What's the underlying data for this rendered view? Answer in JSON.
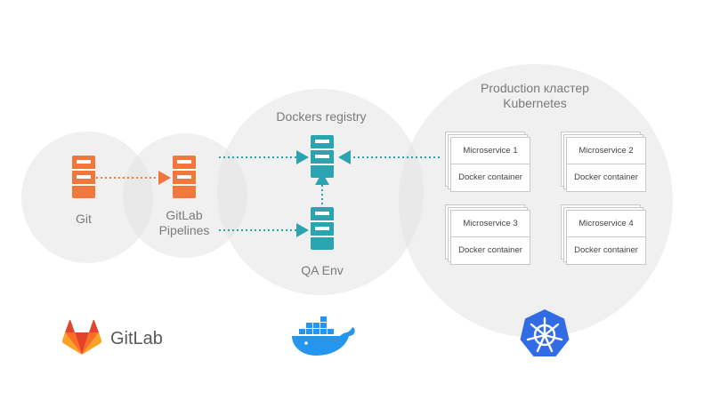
{
  "nodes": {
    "git": {
      "label": "Git"
    },
    "pipelines": {
      "label": "GitLab Pipelines"
    },
    "registry": {
      "label": "Dockers registry"
    },
    "qa": {
      "label": "QA Env"
    },
    "production": {
      "label": "Production кластер Kubernetes"
    }
  },
  "microservices": [
    {
      "name": "Microservice 1",
      "container": "Docker container"
    },
    {
      "name": "Microservice 2",
      "container": "Docker container"
    },
    {
      "name": "Microservice 3",
      "container": "Docker container"
    },
    {
      "name": "Microservice 4",
      "container": "Docker container"
    }
  ],
  "logos": {
    "gitlab": {
      "text": "GitLab",
      "icon": "gitlab-fox-icon"
    },
    "docker": {
      "icon": "docker-whale-icon"
    },
    "kubernetes": {
      "icon": "kubernetes-wheel-icon"
    }
  },
  "colors": {
    "server_orange": "#F0783C",
    "server_teal": "#2BA4B2",
    "arrow_orange": "#F0783C",
    "arrow_teal": "#2BA4B2",
    "circle": "#E8E8E8",
    "docker_blue": "#2496ED",
    "k8s_blue": "#326CE5"
  }
}
